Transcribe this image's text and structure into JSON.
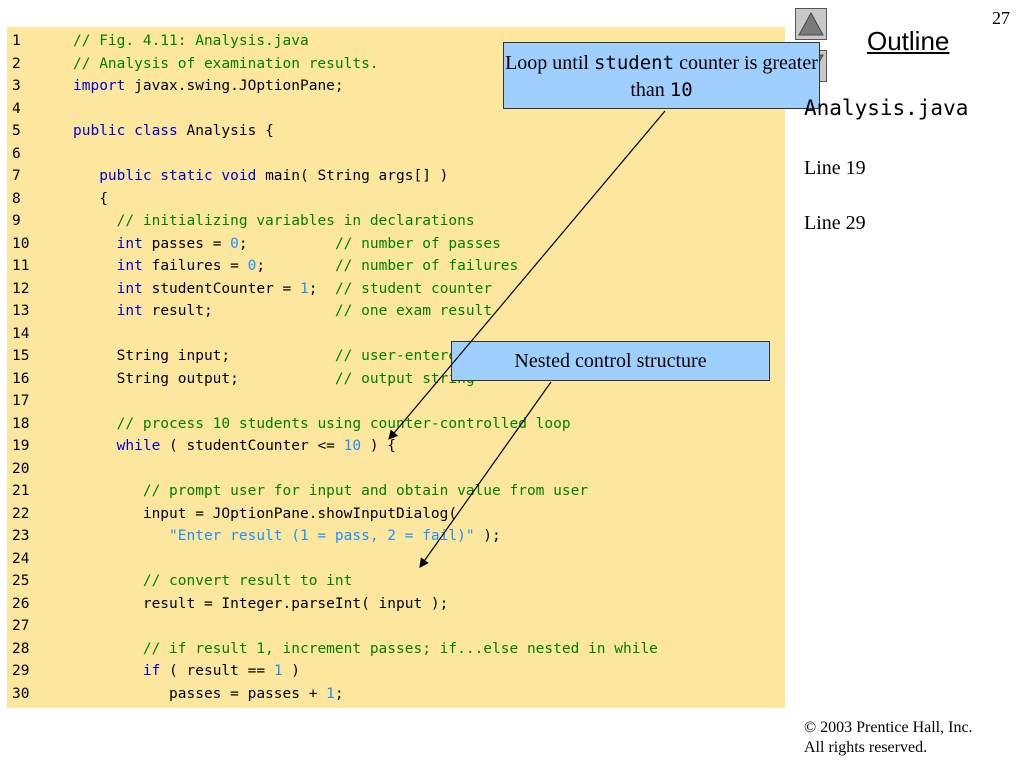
{
  "page_number": "27",
  "outline": {
    "title": "Outline",
    "file": "Analysis.java",
    "lines": [
      "Line 19",
      "Line 29"
    ]
  },
  "callouts": {
    "loop": {
      "text1": "Loop until ",
      "mono": "student",
      "text2": " counter is greater than ",
      "mono2": "10"
    },
    "nested": {
      "text": "Nested control structure"
    }
  },
  "code": [
    {
      "n": "1",
      "parts": [
        {
          "c": "cm",
          "t": "// Fig. 4.11: Analysis.java"
        }
      ]
    },
    {
      "n": "2",
      "parts": [
        {
          "c": "cm",
          "t": "// Analysis of examination results."
        }
      ]
    },
    {
      "n": "3",
      "parts": [
        {
          "c": "kw",
          "t": "import"
        },
        {
          "c": "",
          "t": " javax.swing.JOptionPane;"
        }
      ]
    },
    {
      "n": "4",
      "parts": []
    },
    {
      "n": "5",
      "parts": [
        {
          "c": "kw",
          "t": "public class"
        },
        {
          "c": "",
          "t": " Analysis {"
        }
      ]
    },
    {
      "n": "6",
      "parts": []
    },
    {
      "n": "7",
      "parts": [
        {
          "c": "",
          "t": "   "
        },
        {
          "c": "kw",
          "t": "public static void"
        },
        {
          "c": "",
          "t": " main( String args[] )"
        }
      ]
    },
    {
      "n": "8",
      "parts": [
        {
          "c": "",
          "t": "   {"
        }
      ]
    },
    {
      "n": "9",
      "parts": [
        {
          "c": "",
          "t": "     "
        },
        {
          "c": "cm",
          "t": "// initializing variables in declarations"
        }
      ]
    },
    {
      "n": "10",
      "parts": [
        {
          "c": "",
          "t": "     "
        },
        {
          "c": "kw",
          "t": "int"
        },
        {
          "c": "",
          "t": " passes = "
        },
        {
          "c": "nm",
          "t": "0"
        },
        {
          "c": "",
          "t": ";          "
        },
        {
          "c": "cm",
          "t": "// number of passes"
        }
      ]
    },
    {
      "n": "11",
      "parts": [
        {
          "c": "",
          "t": "     "
        },
        {
          "c": "kw",
          "t": "int"
        },
        {
          "c": "",
          "t": " failures = "
        },
        {
          "c": "nm",
          "t": "0"
        },
        {
          "c": "",
          "t": ";        "
        },
        {
          "c": "cm",
          "t": "// number of failures"
        }
      ]
    },
    {
      "n": "12",
      "parts": [
        {
          "c": "",
          "t": "     "
        },
        {
          "c": "kw",
          "t": "int"
        },
        {
          "c": "",
          "t": " studentCounter = "
        },
        {
          "c": "nm",
          "t": "1"
        },
        {
          "c": "",
          "t": ";  "
        },
        {
          "c": "cm",
          "t": "// student counter"
        }
      ]
    },
    {
      "n": "13",
      "parts": [
        {
          "c": "",
          "t": "     "
        },
        {
          "c": "kw",
          "t": "int"
        },
        {
          "c": "",
          "t": " result;              "
        },
        {
          "c": "cm",
          "t": "// one exam result"
        }
      ]
    },
    {
      "n": "14",
      "parts": []
    },
    {
      "n": "15",
      "parts": [
        {
          "c": "",
          "t": "     String input;            "
        },
        {
          "c": "cm",
          "t": "// user-entered value"
        }
      ]
    },
    {
      "n": "16",
      "parts": [
        {
          "c": "",
          "t": "     String output;           "
        },
        {
          "c": "cm",
          "t": "// output string"
        }
      ]
    },
    {
      "n": "17",
      "parts": []
    },
    {
      "n": "18",
      "parts": [
        {
          "c": "",
          "t": "     "
        },
        {
          "c": "cm",
          "t": "// process 10 students using counter-controlled loop"
        }
      ]
    },
    {
      "n": "19",
      "parts": [
        {
          "c": "",
          "t": "     "
        },
        {
          "c": "kw",
          "t": "while"
        },
        {
          "c": "",
          "t": " ( studentCounter <= "
        },
        {
          "c": "nm",
          "t": "10"
        },
        {
          "c": "",
          "t": " ) {"
        }
      ]
    },
    {
      "n": "20",
      "parts": []
    },
    {
      "n": "21",
      "parts": [
        {
          "c": "",
          "t": "        "
        },
        {
          "c": "cm",
          "t": "// prompt user for input and obtain value from user"
        }
      ]
    },
    {
      "n": "22",
      "parts": [
        {
          "c": "",
          "t": "        input = JOptionPane.showInputDialog("
        }
      ]
    },
    {
      "n": "23",
      "parts": [
        {
          "c": "",
          "t": "           "
        },
        {
          "c": "st",
          "t": "\"Enter result (1 = pass, 2 = fail)\""
        },
        {
          "c": "",
          "t": " );"
        }
      ]
    },
    {
      "n": "24",
      "parts": []
    },
    {
      "n": "25",
      "parts": [
        {
          "c": "",
          "t": "        "
        },
        {
          "c": "cm",
          "t": "// convert result to int"
        }
      ]
    },
    {
      "n": "26",
      "parts": [
        {
          "c": "",
          "t": "        result = Integer.parseInt( input );"
        }
      ]
    },
    {
      "n": "27",
      "parts": []
    },
    {
      "n": "28",
      "parts": [
        {
          "c": "",
          "t": "        "
        },
        {
          "c": "cm",
          "t": "// if result 1, increment passes; if...else nested in while"
        }
      ]
    },
    {
      "n": "29",
      "parts": [
        {
          "c": "",
          "t": "        "
        },
        {
          "c": "kw",
          "t": "if"
        },
        {
          "c": "",
          "t": " ( result == "
        },
        {
          "c": "nm",
          "t": "1"
        },
        {
          "c": "",
          "t": " )"
        }
      ]
    },
    {
      "n": "30",
      "parts": [
        {
          "c": "",
          "t": "           passes = passes + "
        },
        {
          "c": "nm",
          "t": "1"
        },
        {
          "c": "",
          "t": ";"
        }
      ]
    }
  ],
  "footer": {
    "copyright": "© 2003 Prentice Hall, Inc.",
    "rights": "All rights reserved."
  }
}
